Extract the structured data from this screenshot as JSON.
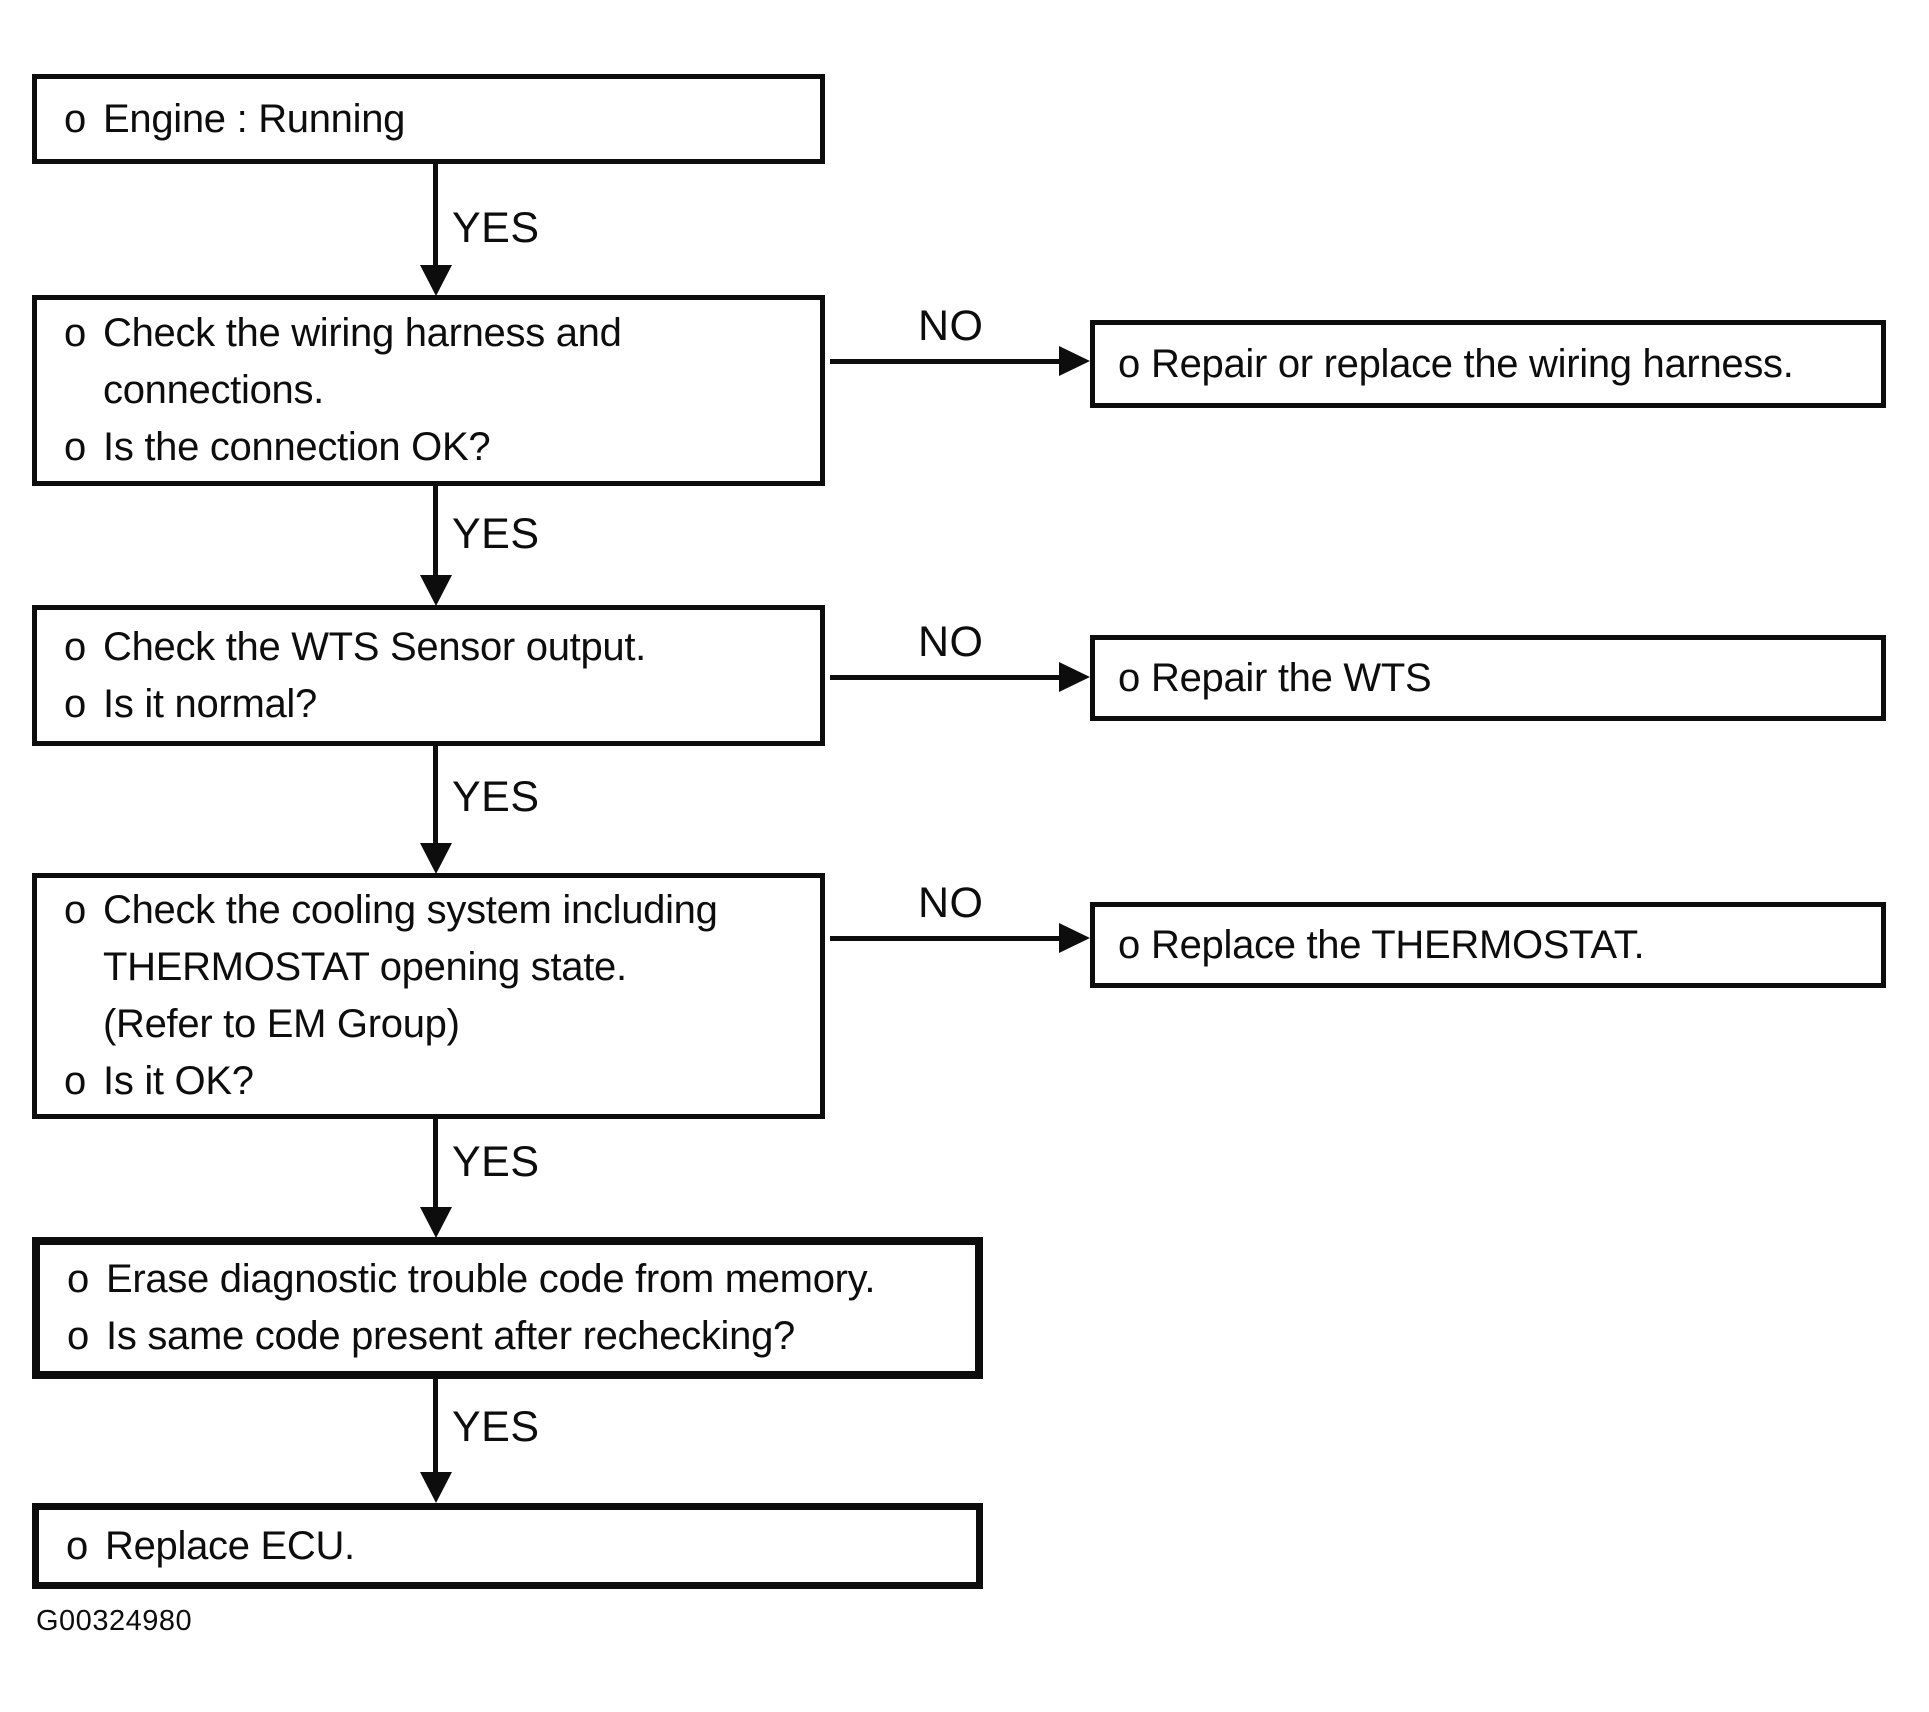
{
  "page": {
    "background": "#ffffff",
    "ink": "#0d0d0d"
  },
  "figure_id": "G00324980",
  "labels": {
    "yes": "YES",
    "no": "NO"
  },
  "nodes": {
    "engine": {
      "lines": [
        {
          "bullet": "o",
          "text": "Engine : Running"
        }
      ]
    },
    "check_wiring": {
      "lines": [
        {
          "bullet": "o",
          "text": "Check the wiring harness and"
        },
        {
          "bullet": "",
          "text": "connections."
        },
        {
          "bullet": "o",
          "text": "Is the connection OK?"
        }
      ]
    },
    "check_wts": {
      "lines": [
        {
          "bullet": "o",
          "text": "Check the WTS Sensor output."
        },
        {
          "bullet": "o",
          "text": "Is it normal?"
        }
      ]
    },
    "check_cooling": {
      "lines": [
        {
          "bullet": "o",
          "text": "Check the cooling system including"
        },
        {
          "bullet": "",
          "text": "THERMOSTAT opening state."
        },
        {
          "bullet": "",
          "text": "(Refer to EM Group)"
        },
        {
          "bullet": "o",
          "text": "Is it OK?"
        }
      ]
    },
    "erase_code": {
      "lines": [
        {
          "bullet": "o",
          "text": "Erase diagnostic trouble code from memory."
        },
        {
          "bullet": "o",
          "text": "Is same code present after rechecking?"
        }
      ]
    },
    "replace_ecu": {
      "lines": [
        {
          "bullet": "o",
          "text": "Replace ECU."
        }
      ]
    },
    "repair_wiring": {
      "lines": [
        {
          "bullet": "o",
          "text": "Repair or replace the wiring harness."
        }
      ]
    },
    "repair_wts": {
      "lines": [
        {
          "bullet": "o",
          "text": "Repair the WTS"
        }
      ]
    },
    "replace_thermostat": {
      "lines": [
        {
          "bullet": "o",
          "text": "Replace the THERMOSTAT."
        }
      ]
    }
  }
}
